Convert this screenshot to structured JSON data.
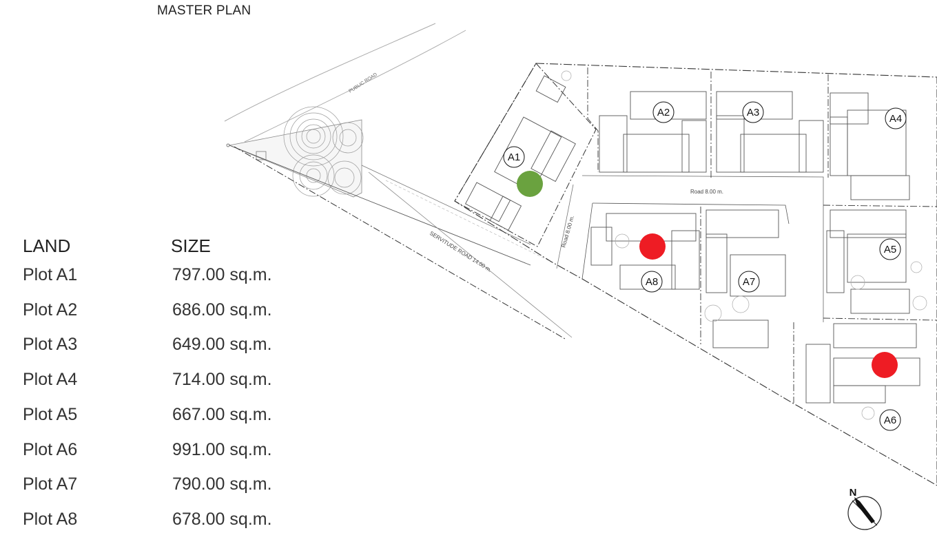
{
  "title": "MASTER PLAN",
  "roads": {
    "public": "PUBLIC ROAD",
    "servitude": "SERVITUDE ROAD 14.00 m.",
    "internal_h": "Road 8.00 m.",
    "internal_v": "Road 8.00 m."
  },
  "plot_labels": [
    "A1",
    "A2",
    "A3",
    "A4",
    "A5",
    "A6",
    "A7",
    "A8"
  ],
  "markers": [
    {
      "plot": "A1",
      "color": "#6aa23f"
    },
    {
      "plot": "A8",
      "color": "#ee1c24"
    },
    {
      "plot": "A6",
      "color": "#ee1c24"
    }
  ],
  "compass": "N",
  "table": {
    "headers": {
      "land": "LAND",
      "size": "SIZE"
    },
    "rows": [
      {
        "plot": "Plot A1",
        "size": "797.00 sq.m."
      },
      {
        "plot": "Plot A2",
        "size": "686.00 sq.m."
      },
      {
        "plot": "Plot A3",
        "size": "649.00 sq.m."
      },
      {
        "plot": "Plot A4",
        "size": "714.00 sq.m."
      },
      {
        "plot": "Plot A5",
        "size": "667.00 sq.m."
      },
      {
        "plot": "Plot A6",
        "size": "991.00 sq.m."
      },
      {
        "plot": "Plot A7",
        "size": "790.00 sq.m."
      },
      {
        "plot": "Plot A8",
        "size": "678.00 sq.m."
      }
    ]
  }
}
